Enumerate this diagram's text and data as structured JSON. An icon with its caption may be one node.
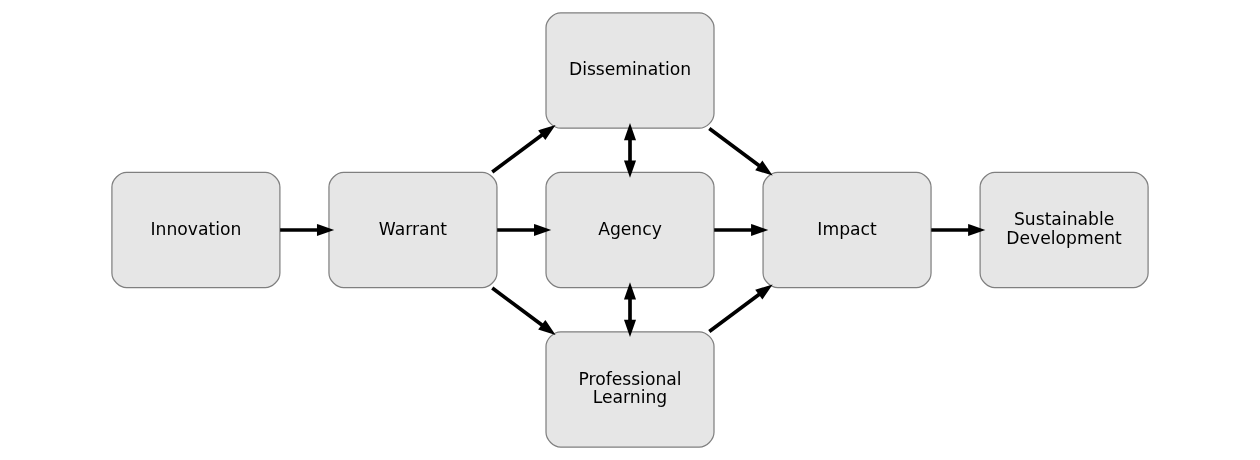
{
  "diagram": {
    "nodes": [
      {
        "text": [
          "Innovation"
        ]
      },
      {
        "text": [
          "Warrant"
        ]
      },
      {
        "text": [
          "Dissemination"
        ]
      },
      {
        "text": [
          "Agency"
        ]
      },
      {
        "text": [
          "Professional Learning"
        ]
      },
      {
        "text": [
          "Impact"
        ]
      },
      {
        "text": [
          "Sustainable Development"
        ]
      }
    ],
    "edges": [
      {
        "from": 0,
        "to": 1,
        "arrow": "to"
      },
      {
        "from": 1,
        "to": 2,
        "arrow": "to"
      },
      {
        "from": 1,
        "to": 3,
        "arrow": "to"
      },
      {
        "from": 1,
        "to": 4,
        "arrow": "to"
      },
      {
        "from": 2,
        "to": 3,
        "arrow": "both"
      },
      {
        "from": 3,
        "to": 4,
        "arrow": "both"
      },
      {
        "from": 2,
        "to": 5,
        "arrow": "to"
      },
      {
        "from": 3,
        "to": 5,
        "arrow": "to"
      },
      {
        "from": 4,
        "to": 5,
        "arrow": "to"
      },
      {
        "from": 5,
        "to": 6,
        "arrow": "to"
      }
    ]
  }
}
